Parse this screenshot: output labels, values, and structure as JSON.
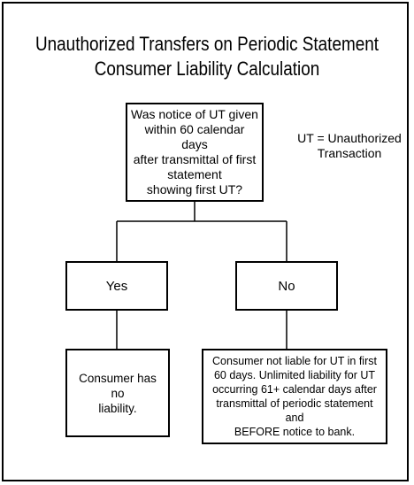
{
  "title": {
    "line1": "Unauthorized Transfers on Periodic Statement",
    "line2": "Consumer Liability Calculation"
  },
  "question": {
    "lines": [
      "Was notice of UT given",
      "within 60 calendar days",
      "after transmittal of first",
      "statement",
      "showing first UT?"
    ]
  },
  "legend": {
    "lines": [
      "UT = Unauthorized",
      "Transaction"
    ]
  },
  "yes_label": "Yes",
  "no_label": "No",
  "outcome_yes": {
    "lines": [
      "Consumer has no",
      "liability."
    ]
  },
  "outcome_no": {
    "lines": [
      "Consumer not liable for UT in first",
      "60 days. Unlimited liability for UT",
      "occurring 61+ calendar days after",
      "transmittal of periodic statement and",
      "BEFORE notice to bank."
    ]
  }
}
